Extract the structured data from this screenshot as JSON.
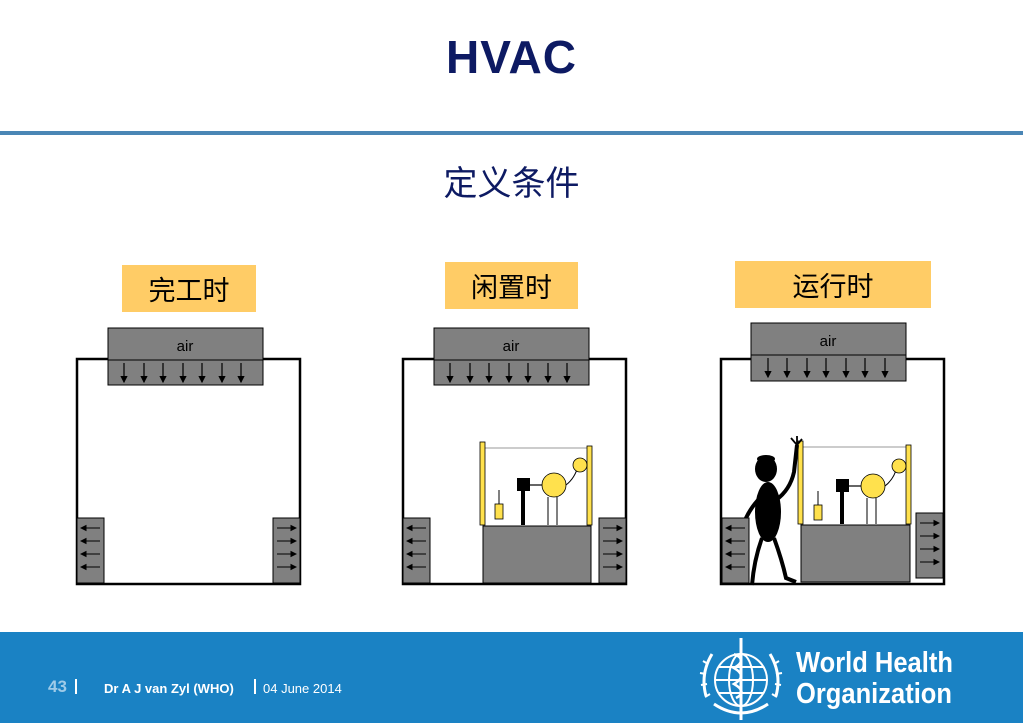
{
  "slide": {
    "title": "HVAC",
    "subtitle": "定义条件"
  },
  "panels": [
    {
      "label": "完工时",
      "air_label": "air"
    },
    {
      "label": "闲置时",
      "air_label": "air"
    },
    {
      "label": "运行时",
      "air_label": "air"
    }
  ],
  "footer": {
    "page_number": "43",
    "author": "Dr A J van Zyl (WHO)",
    "date": "04 June 2014",
    "org_line1": "World Health",
    "org_line2": "Organization"
  },
  "colors": {
    "title": "#0d1a63",
    "rule": "#4a86b5",
    "label_fill": "#ffcc66",
    "footer": "#1a82c4",
    "grille": "#808080",
    "equipment_yellow": "#ffe14d"
  }
}
